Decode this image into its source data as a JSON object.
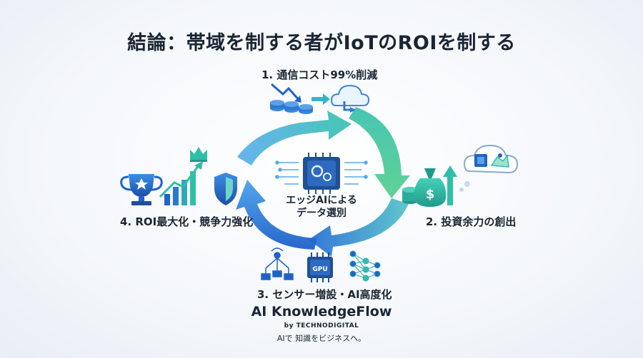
{
  "title": "結論：帯域を制する者がIoTのROIを制する",
  "steps": [
    {
      "label": "1. 通信コスト99%削減"
    },
    {
      "label": "2. 投資余力の創出"
    },
    {
      "label": "3. センサー増設・AI高度化"
    },
    {
      "label": "4. ROI最大化・競争力強化"
    }
  ],
  "center": {
    "line1": "エッジAIによる",
    "line2": "データ選別"
  },
  "chip_label": "GPU",
  "brand": {
    "name": "AI KnowledgeFlow",
    "by": "by TECHNODIGITAL",
    "tagline": "AIで 知識をビジネスへ。"
  },
  "icons": {
    "step1": [
      "trending-down-icon",
      "coin-stack-icon",
      "cloud-icon"
    ],
    "step2": [
      "money-bag-icon",
      "coins-icon",
      "arrow-up-icon",
      "chip-map-cloud-icon"
    ],
    "step3": [
      "sensor-network-icon",
      "gpu-chip-icon",
      "neural-network-icon"
    ],
    "step4": [
      "trophy-icon",
      "growth-chart-icon",
      "crown-icon",
      "shield-icon"
    ],
    "center": "edge-ai-chip-icon"
  },
  "colors": {
    "blue": "#1f63c8",
    "teal": "#2fbfa8",
    "dark": "#1b2533"
  }
}
